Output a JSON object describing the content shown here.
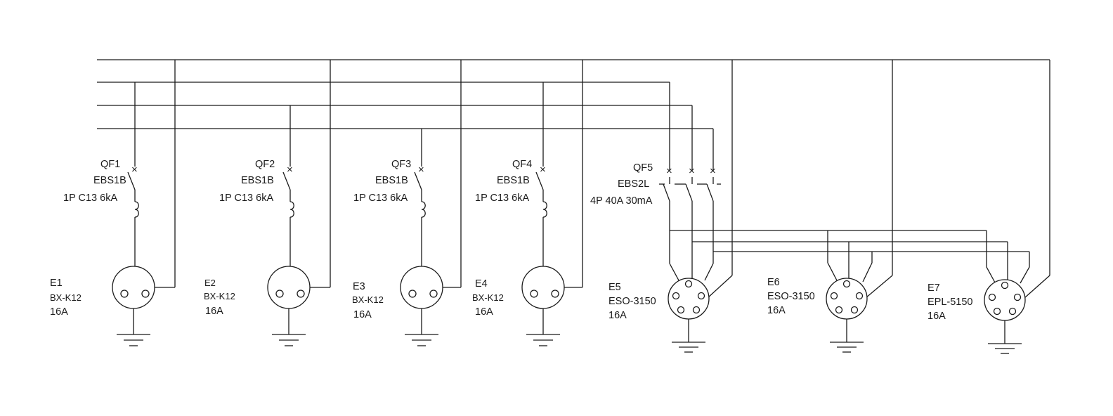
{
  "breakers": {
    "qf1": {
      "name": "QF1",
      "model": "EBS1B",
      "rating": "1P C13 6kA"
    },
    "qf2": {
      "name": "QF2",
      "model": "EBS1B",
      "rating": "1P C13 6kA"
    },
    "qf3": {
      "name": "QF3",
      "model": "EBS1B",
      "rating": "1P C13 6kA"
    },
    "qf4": {
      "name": "QF4",
      "model": "EBS1B",
      "rating": "1P C13 6kA"
    },
    "qf5": {
      "name": "QF5",
      "model": "EBS2L",
      "rating": "4P 40A 30mA"
    }
  },
  "sockets": {
    "e1": {
      "name": "E1",
      "model": "BX-K12",
      "rating": "16A"
    },
    "e2": {
      "name": "E2",
      "model": "BX-K12",
      "rating": "16A"
    },
    "e3": {
      "name": "E3",
      "model": "BX-K12",
      "rating": "16A"
    },
    "e4": {
      "name": "E4",
      "model": "BX-K12",
      "rating": "16A"
    },
    "e5": {
      "name": "E5",
      "model": "ESO-3150",
      "rating": "16A"
    },
    "e6": {
      "name": "E6",
      "model": "ESO-3150",
      "rating": "16A"
    },
    "e7": {
      "name": "E7",
      "model": "EPL-5150",
      "rating": "16A"
    }
  },
  "glyphs": {
    "breaker_mark": "×"
  }
}
